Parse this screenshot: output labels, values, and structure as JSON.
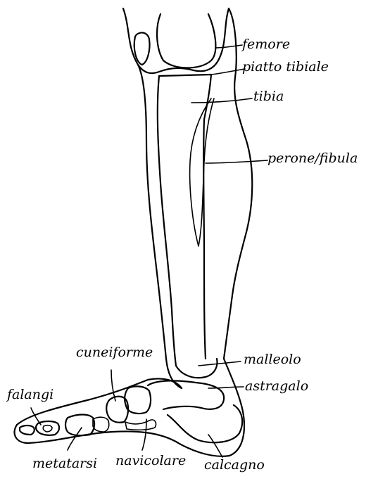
{
  "diagram": {
    "labels": {
      "femore": "femore",
      "piatto_tibiale": "piatto tibiale",
      "tibia": "tibia",
      "perone_fibula": "perone/fibula",
      "malleolo": "malleolo",
      "astragalo": "astragalo",
      "cuneiforme": "cuneiforme",
      "falangi": "falangi",
      "metatarsi": "metatarsi",
      "navicolare": "navicolare",
      "calcagno": "calcagno"
    }
  }
}
